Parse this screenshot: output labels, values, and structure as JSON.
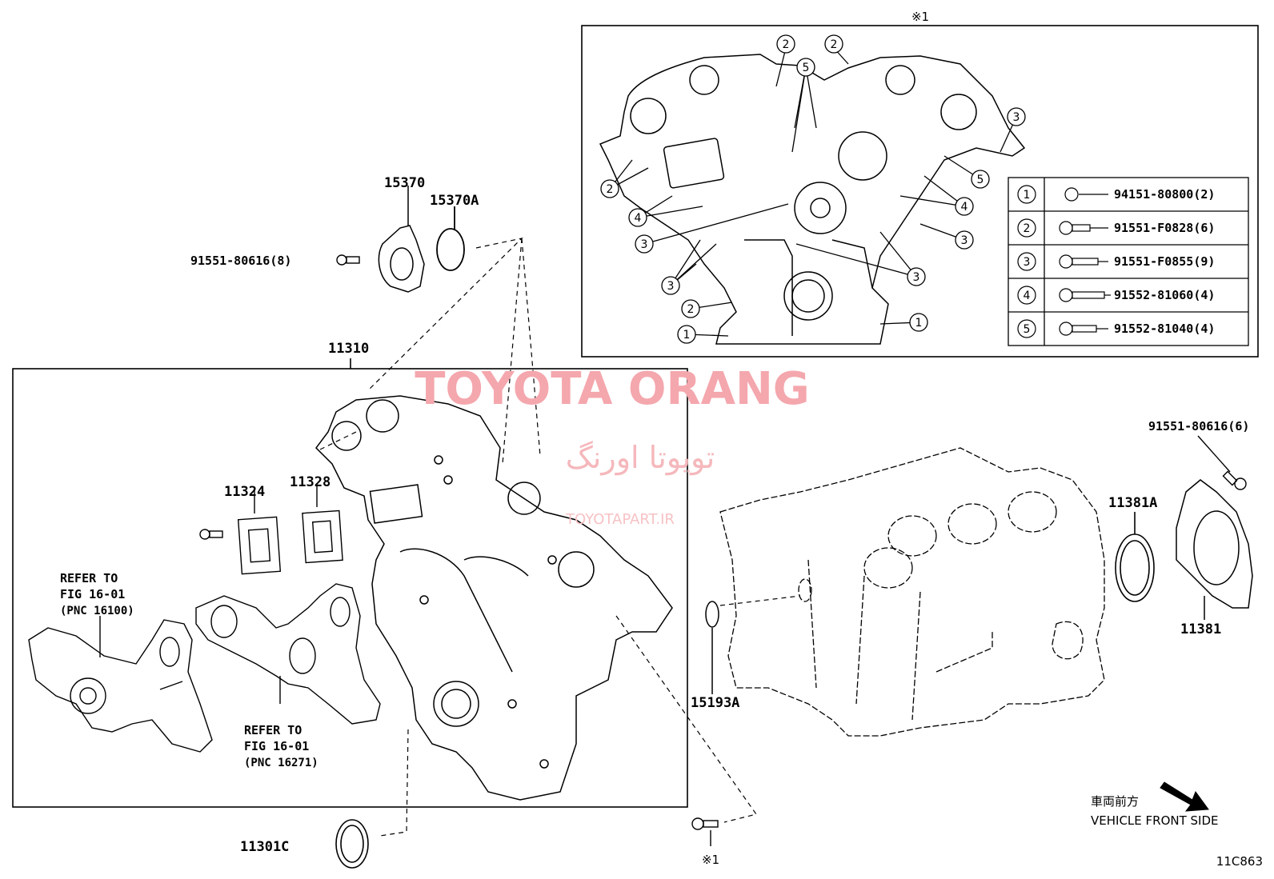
{
  "inset": {
    "mark": "※1",
    "callout_numbers": [
      "1",
      "2",
      "3",
      "4",
      "5"
    ],
    "legend": [
      {
        "num": "1",
        "part": "94151-80800(2)"
      },
      {
        "num": "2",
        "part": "91551-F0828(6)"
      },
      {
        "num": "3",
        "part": "91551-F0855(9)"
      },
      {
        "num": "4",
        "part": "91552-81060(4)"
      },
      {
        "num": "5",
        "part": "91552-81040(4)"
      }
    ]
  },
  "labels": {
    "p15370": "15370",
    "p15370A": "15370A",
    "p9155180616_8": "91551-80616(8)",
    "p11310": "11310",
    "p11324": "11324",
    "p11328": "11328",
    "p11301C": "11301C",
    "p15193A": "15193A",
    "p9155180616_6": "91551-80616(6)",
    "p11381A": "11381A",
    "p11381": "11381",
    "bolt_mark": "※1"
  },
  "refer1": {
    "line1": "REFER TO",
    "line2": "FIG 16-01",
    "line3": "(PNC 16100)"
  },
  "refer2": {
    "line1": "REFER TO",
    "line2": "FIG 16-01",
    "line3": "(PNC 16271)"
  },
  "front": {
    "jp": "車両前方",
    "en": "VEHICLE FRONT SIDE"
  },
  "figure_code": "11C863",
  "watermark": {
    "line1": "TOYOTA ORANG",
    "line2": "تویوتا اورنگ",
    "line3": "TOYOTAPART.IR"
  }
}
